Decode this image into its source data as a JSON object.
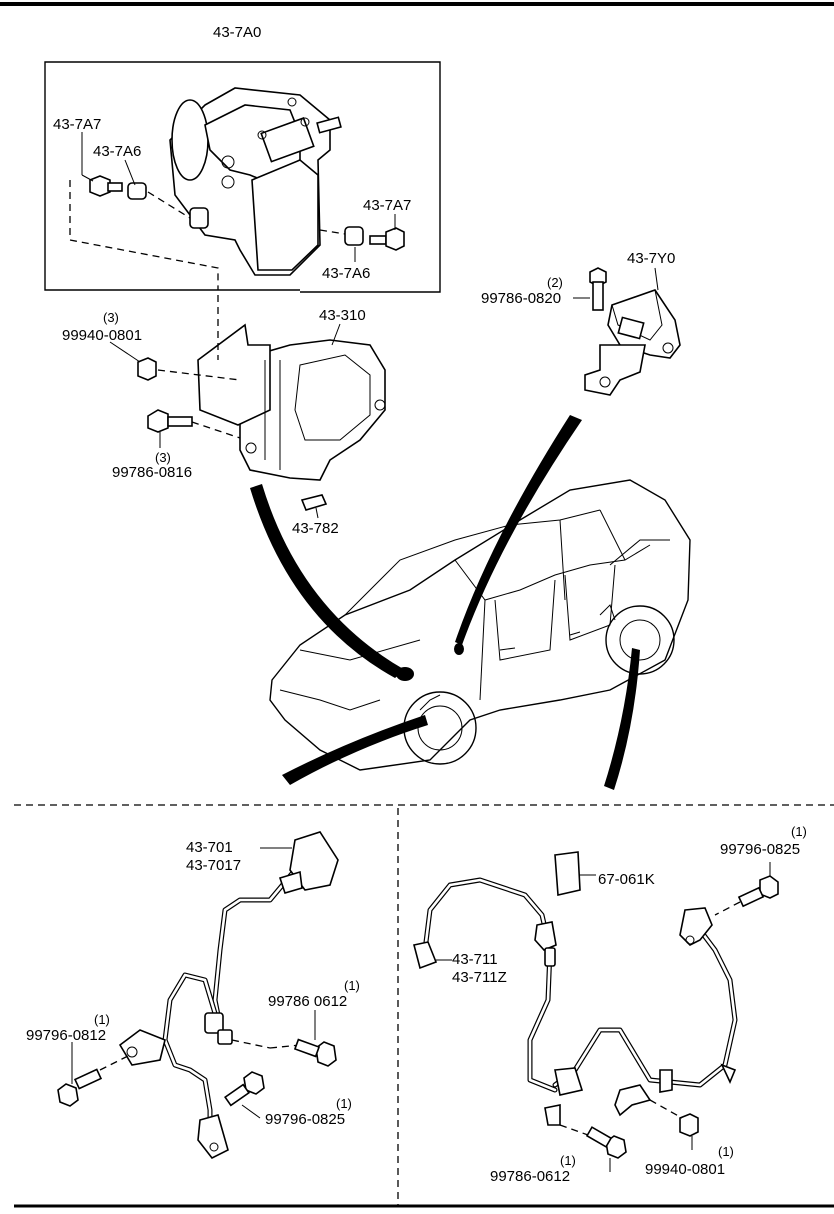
{
  "top_section": {
    "assembly_label": "43-7A0",
    "hcu_labels": {
      "bolt_left": "43-7A7",
      "bushing_left": "43-7A6",
      "bolt_right": "43-7A7",
      "bushing_right": "43-7A6"
    },
    "bracket_label": "43-310",
    "nut": {
      "part": "99940-0801",
      "qty": "(3)"
    },
    "bracket_bolt": {
      "part": "99786-0816",
      "qty": "(3)"
    },
    "clip_label": "43-782",
    "sensor_label": "43-7Y0",
    "sensor_bolt": {
      "part": "99786-0820",
      "qty": "(2)"
    }
  },
  "front_sensor_section": {
    "sensor_labels": [
      "43-701",
      "43-7017"
    ],
    "bolt_right": {
      "part": "99786 0612",
      "qty": "(1)"
    },
    "bolt_left": {
      "part": "99796-0812",
      "qty": "(1)"
    },
    "bolt_bottom": {
      "part": "99796-0825",
      "qty": "(1)"
    }
  },
  "rear_sensor_section": {
    "label_tag": "67-061K",
    "sensor_labels": [
      "43-711",
      "43-711Z"
    ],
    "bolt_top": {
      "part": "99796-0825",
      "qty": "(1)"
    },
    "bolt_bottom": {
      "part": "99786-0612",
      "qty": "(1)"
    },
    "nut": {
      "part": "99940-0801",
      "qty": "(1)"
    }
  }
}
